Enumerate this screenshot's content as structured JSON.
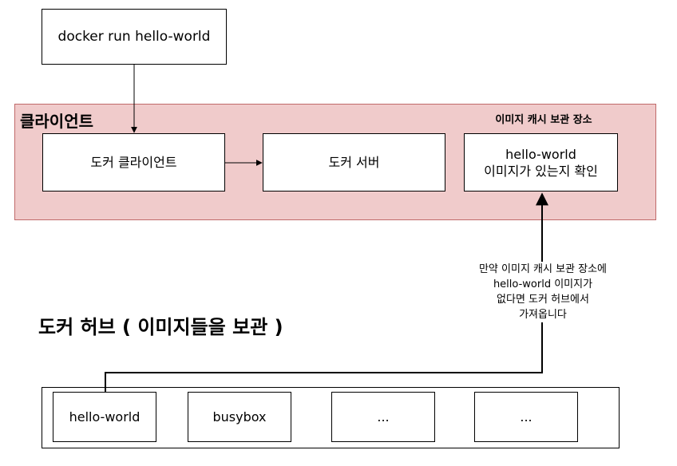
{
  "command": {
    "text": "docker run hello-world"
  },
  "client": {
    "title": "클라이언트",
    "docker_client_label": "도커 클라이언트",
    "docker_server_label": "도커 서버"
  },
  "cache": {
    "title": "이미지 캐시 보관 장소",
    "check_line1": "hello-world",
    "check_line2": "이미지가 있는지 확인"
  },
  "pull_note": {
    "lines": [
      "만약 이미지 캐시 보관 장소에",
      "hello-world 이미지가",
      "없다면 도커 허브에서",
      "가져옵니다"
    ]
  },
  "hub": {
    "title": "도커 허브 ( 이미지들을 보관 )",
    "repos": [
      "hello-world",
      "busybox",
      "...",
      "..."
    ]
  },
  "colors": {
    "client_fill": "#f0cbcb",
    "client_border": "#c06a6a"
  }
}
